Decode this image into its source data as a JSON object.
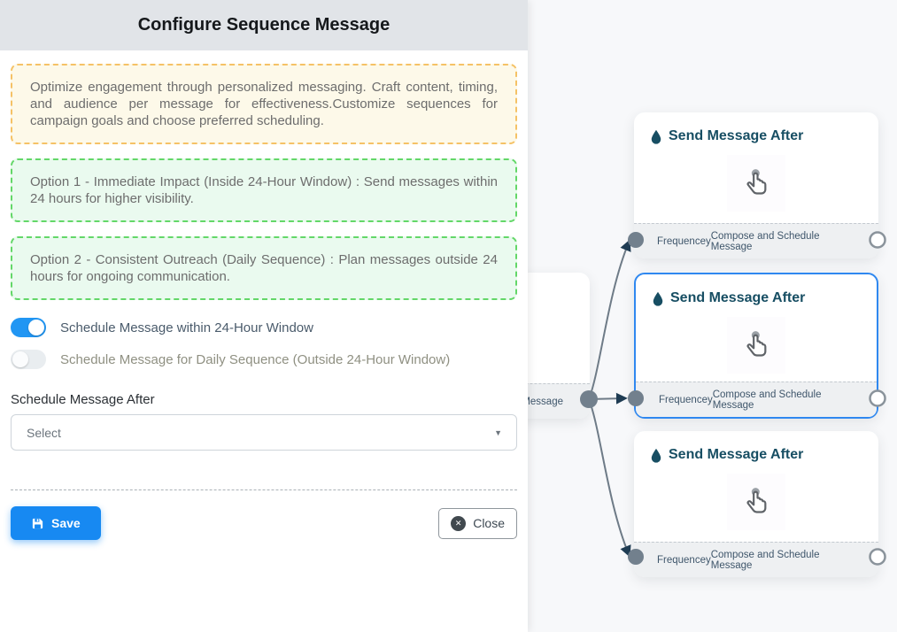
{
  "panel": {
    "title": "Configure Sequence Message",
    "info_note": "Optimize engagement through personalized messaging. Craft content, timing, and audience per message for effectiveness.Customize sequences for campaign goals and choose preferred scheduling.",
    "option1": "Option 1 - Immediate Impact (Inside 24-Hour Window) : Send messages within 24 hours for higher visibility.",
    "option2": "Option 2 - Consistent Outreach (Daily Sequence) : Plan messages outside 24 hours for ongoing communication.",
    "toggle_within": {
      "label": "Schedule Message within 24-Hour Window",
      "state": "on"
    },
    "toggle_daily": {
      "label": "Schedule Message for Daily Sequence (Outside 24-Hour Window)",
      "state": "off"
    },
    "schedule_after": {
      "label": "Schedule Message After",
      "value": "Select"
    },
    "save_label": "Save",
    "close_label": "Close"
  },
  "flow": {
    "source_node": {
      "footer_label": "Sequence Message"
    },
    "nodes": [
      {
        "title": "Send Message After",
        "footer_left": "Frequencey",
        "footer_right": "Compose and Schedule Message",
        "selected": false
      },
      {
        "title": "Send Message After",
        "footer_left": "Frequencey",
        "footer_right": "Compose and Schedule Message",
        "selected": true
      },
      {
        "title": "Send Message After",
        "footer_left": "Frequencey",
        "footer_right": "Compose and Schedule Message",
        "selected": false
      }
    ]
  },
  "icons": {
    "save": "floppy-disk",
    "close": "circle-x",
    "node_title": "water-drop",
    "node_center": "tap-hand",
    "select_caret": "caret-down"
  },
  "colors": {
    "accent_blue": "#1789f2",
    "toggle_on": "#2196f3",
    "selected_border": "#2f88f0",
    "node_title": "#174e63",
    "edge": "#6e7b87",
    "arrowhead": "#1f3c53",
    "yellow_border": "#f5c266",
    "yellow_bg": "#fdf9e9",
    "green_border": "#63d768",
    "green_bg": "#eafaef",
    "header_bg": "#e1e4e8",
    "canvas_bg": "#f7f8fa"
  }
}
